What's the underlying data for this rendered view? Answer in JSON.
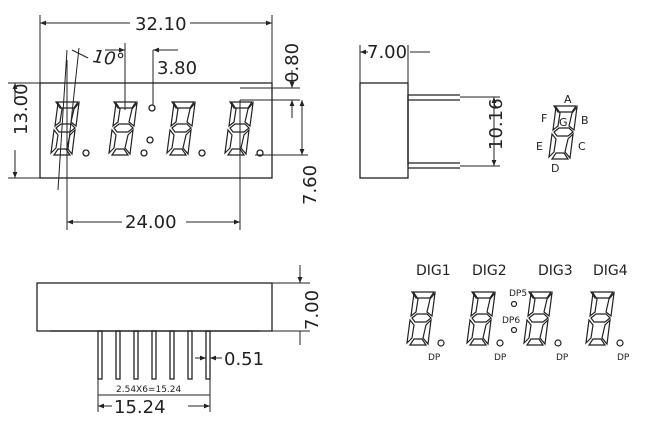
{
  "top_view": {
    "width": "32.10",
    "height": "13.00",
    "slant_angle": "10°",
    "digit_height": "3.80",
    "top_offset": "0.80",
    "seg_height": "7.60",
    "digit_span": "24.00"
  },
  "side_view": {
    "depth": "7.00",
    "pin_row_spacing": "10.16"
  },
  "segment_legend": {
    "a": "A",
    "b": "B",
    "c": "C",
    "d": "D",
    "e": "E",
    "f": "F",
    "g": "G"
  },
  "bottom_view": {
    "height": "7.00",
    "pin_width": "0.51",
    "pitch_calc": "2.54X6=15.24",
    "pin_span": "15.24"
  },
  "digit_labels": [
    "DIG1",
    "DIG2",
    "DIG3",
    "DIG4"
  ],
  "dp_labels": {
    "dp5": "DP5",
    "dp6": "DP6",
    "dp": "DP"
  }
}
